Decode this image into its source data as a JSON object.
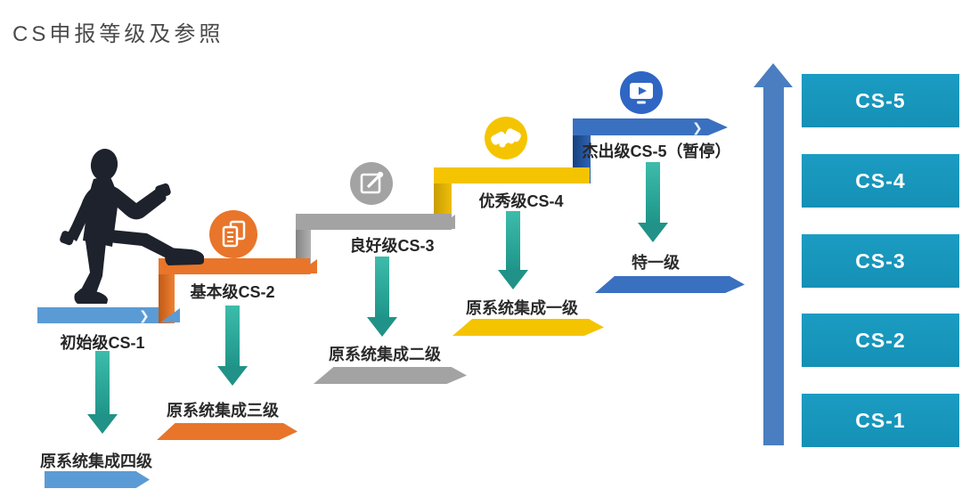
{
  "title": "CS申报等级及参照",
  "steps": [
    {
      "label": "初始级CS-1",
      "mapping": "原系统集成四级",
      "color": "#5b9bd5",
      "icon": null
    },
    {
      "label": "基本级CS-2",
      "mapping": "原系统集成三级",
      "color": "#e8752a",
      "icon": "documents-icon"
    },
    {
      "label": "良好级CS-3",
      "mapping": "原系统集成二级",
      "color": "#a3a3a3",
      "icon": "edit-pencil-icon"
    },
    {
      "label": "优秀级CS-4",
      "mapping": "原系统集成一级",
      "color": "#f5c400",
      "icon": "handshake-icon"
    },
    {
      "label": "杰出级CS-5（暂停）",
      "mapping": "特一级",
      "color": "#3a70c0",
      "icon": "monitor-play-icon"
    }
  ],
  "scale": {
    "levels": [
      "CS-5",
      "CS-4",
      "CS-3",
      "CS-2",
      "CS-1"
    ],
    "box_color": "#1793b9",
    "arrow_color": "#4a7ec0"
  },
  "colors": {
    "down_arrow_teal": "#2aa79b",
    "person_silhouette": "#1d222c",
    "title_text": "#4a4a4a",
    "label_text": "#262626"
  }
}
